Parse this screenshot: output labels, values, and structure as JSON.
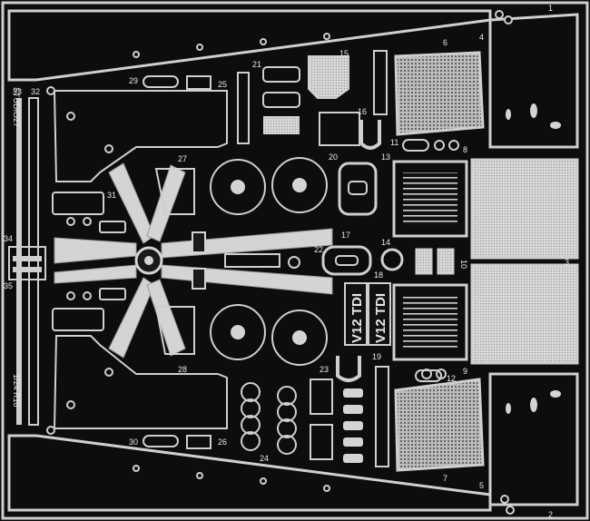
{
  "fret": {
    "brand": "STUDIO27",
    "scale": "1/24 R10",
    "engine_label": "V12 TDI",
    "part_numbers": [
      "1",
      "2",
      "3",
      "4",
      "5",
      "6",
      "7",
      "8",
      "9",
      "10",
      "11",
      "12",
      "13",
      "14",
      "15",
      "16",
      "17",
      "18",
      "19",
      "20",
      "21",
      "22",
      "23",
      "24",
      "25",
      "26",
      "27",
      "28",
      "29",
      "30",
      "31",
      "32",
      "33",
      "34",
      "35"
    ]
  }
}
